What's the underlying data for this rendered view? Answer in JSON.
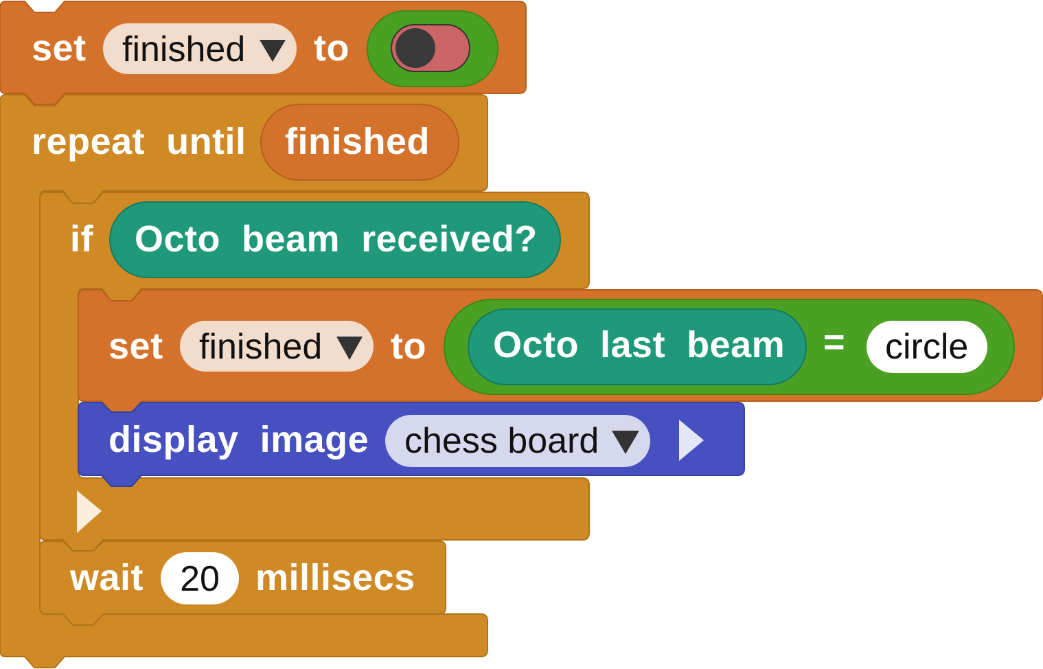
{
  "colors": {
    "variables_block": "#D4722C",
    "variables_border": "#B85E1E",
    "control_block": "#CF8A26",
    "control_border": "#B07218",
    "logic_block": "#4AA023",
    "logic_border": "#3A8A18",
    "sensor_block": "#1F997A",
    "sensor_border": "#177A60",
    "display_block": "#4650C0",
    "display_border": "#3440A0",
    "dropdown_variables": "#F2DCCC",
    "dropdown_display": "#D6D8EE",
    "toggle_off_track": "#CC6666",
    "toggle_knob": "#3A3A3A",
    "white_field": "#FFFFFF"
  },
  "blocks": {
    "set_finished_1": {
      "keyword_set": "set",
      "variable": "finished",
      "keyword_to": "to",
      "toggle_value": false
    },
    "repeat_until": {
      "keyword": "repeat  until",
      "condition": "finished"
    },
    "if_block": {
      "keyword": "if",
      "condition": "Octo  beam  received?"
    },
    "set_finished_2": {
      "keyword_set": "set",
      "variable": "finished",
      "keyword_to": "to",
      "left_operand": "Octo  last  beam",
      "operator": "=",
      "right_operand": "circle"
    },
    "display_image": {
      "keyword": "display  image",
      "image": "chess board"
    },
    "wait": {
      "keyword_wait": "wait",
      "amount": "20",
      "unit": "millisecs"
    }
  },
  "icons": {
    "dropdown": "triangle-down-icon",
    "expand": "triangle-right-icon"
  }
}
